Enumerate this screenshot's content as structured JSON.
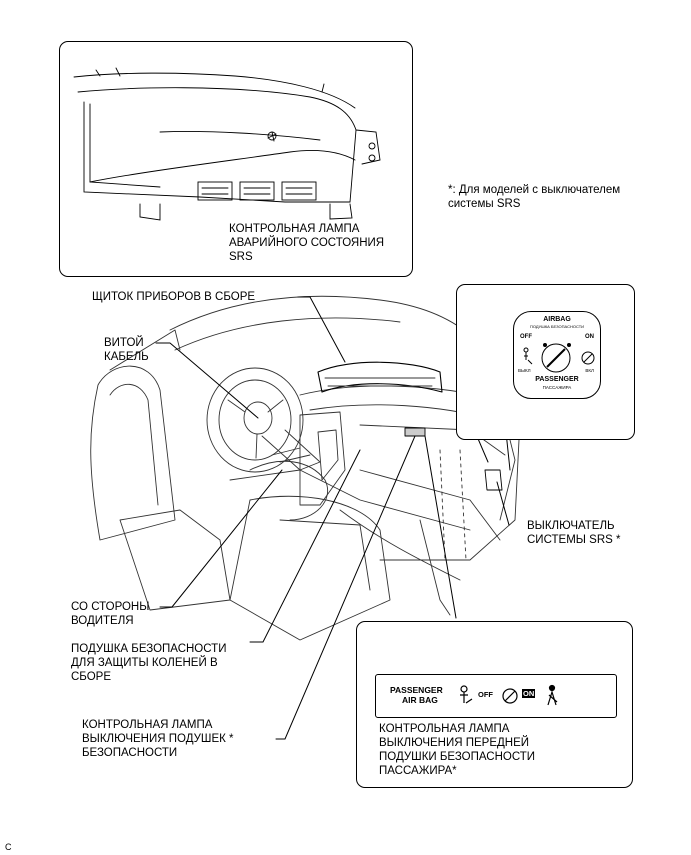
{
  "labels": {
    "warning_lamp": [
      "КОНТРОЛЬНАЯ ЛАМПА",
      "АВАРИЙНОГО СОСТОЯНИЯ",
      "SRS"
    ],
    "note": [
      "*: Для моделей с выключателем",
      "системы SRS"
    ],
    "instrument_panel": "ЩИТОК ПРИБОРОВ В СБОРЕ",
    "spiral_cable": [
      "ВИТОЙ",
      "КАБЕЛЬ"
    ],
    "srs_switch": [
      "ВЫКЛЮЧАТЕЛЬ",
      "СИСТЕМЫ SRS *"
    ],
    "driver_side": [
      "СО СТОРОНЫ",
      "ВОДИТЕЛЯ"
    ],
    "knee_airbag": [
      "ПОДУШКА БЕЗОПАСНОСТИ",
      "ДЛЯ ЗАЩИТЫ КОЛЕНЕЙ В",
      "СБОРЕ"
    ],
    "airbag_off_lamp": [
      "КОНТРОЛЬНАЯ ЛАМПА",
      "ВЫКЛЮЧЕНИЯ ПОДУШЕК *",
      "БЕЗОПАСНОСТИ"
    ],
    "passenger_lamp": [
      "КОНТРОЛЬНАЯ ЛАМПА",
      "ВЫКЛЮЧЕНИЯ ПЕРЕДНЕЙ",
      "ПОДУШКИ БЕЗОПАСНОСТИ",
      "ПАССАЖИРА*"
    ],
    "corner_code": "C"
  },
  "switch_face": {
    "top": "AIRBAG",
    "top_ru": "ПОДУШКА БЕЗОПАСНОСТИ",
    "off": "OFF",
    "on": "ON",
    "off_ru": "ВЫКЛ",
    "on_ru": "ВКЛ",
    "bottom": "PASSENGER",
    "bottom_ru": "ПАССАЖИРА"
  },
  "indicator_panel": {
    "passenger": "PASSENGER",
    "air_bag": "AIR BAG",
    "off": "OFF",
    "on": "ON"
  },
  "icons": [
    "airbag-warning-icon",
    "passenger-airbag-icon",
    "no-passenger-icon",
    "seatbelt-icon",
    "key-slot-icon"
  ]
}
